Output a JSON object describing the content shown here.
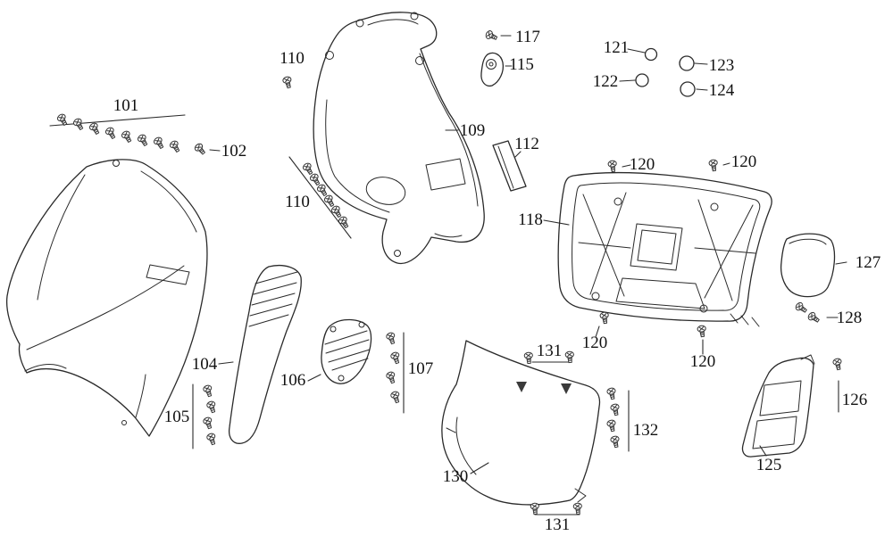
{
  "figure": {
    "type": "exploded-parts-diagram",
    "colors": {
      "background": "#ffffff",
      "line": "#2a2a2a",
      "text": "#111111"
    }
  },
  "labels": {
    "101": "101",
    "102": "102",
    "104": "104",
    "105": "105",
    "106": "106",
    "107": "107",
    "109": "109",
    "110": "110",
    "112": "112",
    "115": "115",
    "117": "117",
    "118": "118",
    "120": "120",
    "121": "121",
    "122": "122",
    "123": "123",
    "124": "124",
    "125": "125",
    "126": "126",
    "127": "127",
    "128": "128",
    "130": "130",
    "131": "131",
    "132": "132"
  },
  "callouts_visible": [
    "101",
    "102",
    "104",
    "105",
    "106",
    "107",
    "109",
    "110",
    "110",
    "112",
    "115",
    "117",
    "118",
    "120",
    "120",
    "120",
    "120",
    "121",
    "122",
    "123",
    "124",
    "125",
    "126",
    "127",
    "128",
    "130",
    "131",
    "131",
    "132"
  ]
}
